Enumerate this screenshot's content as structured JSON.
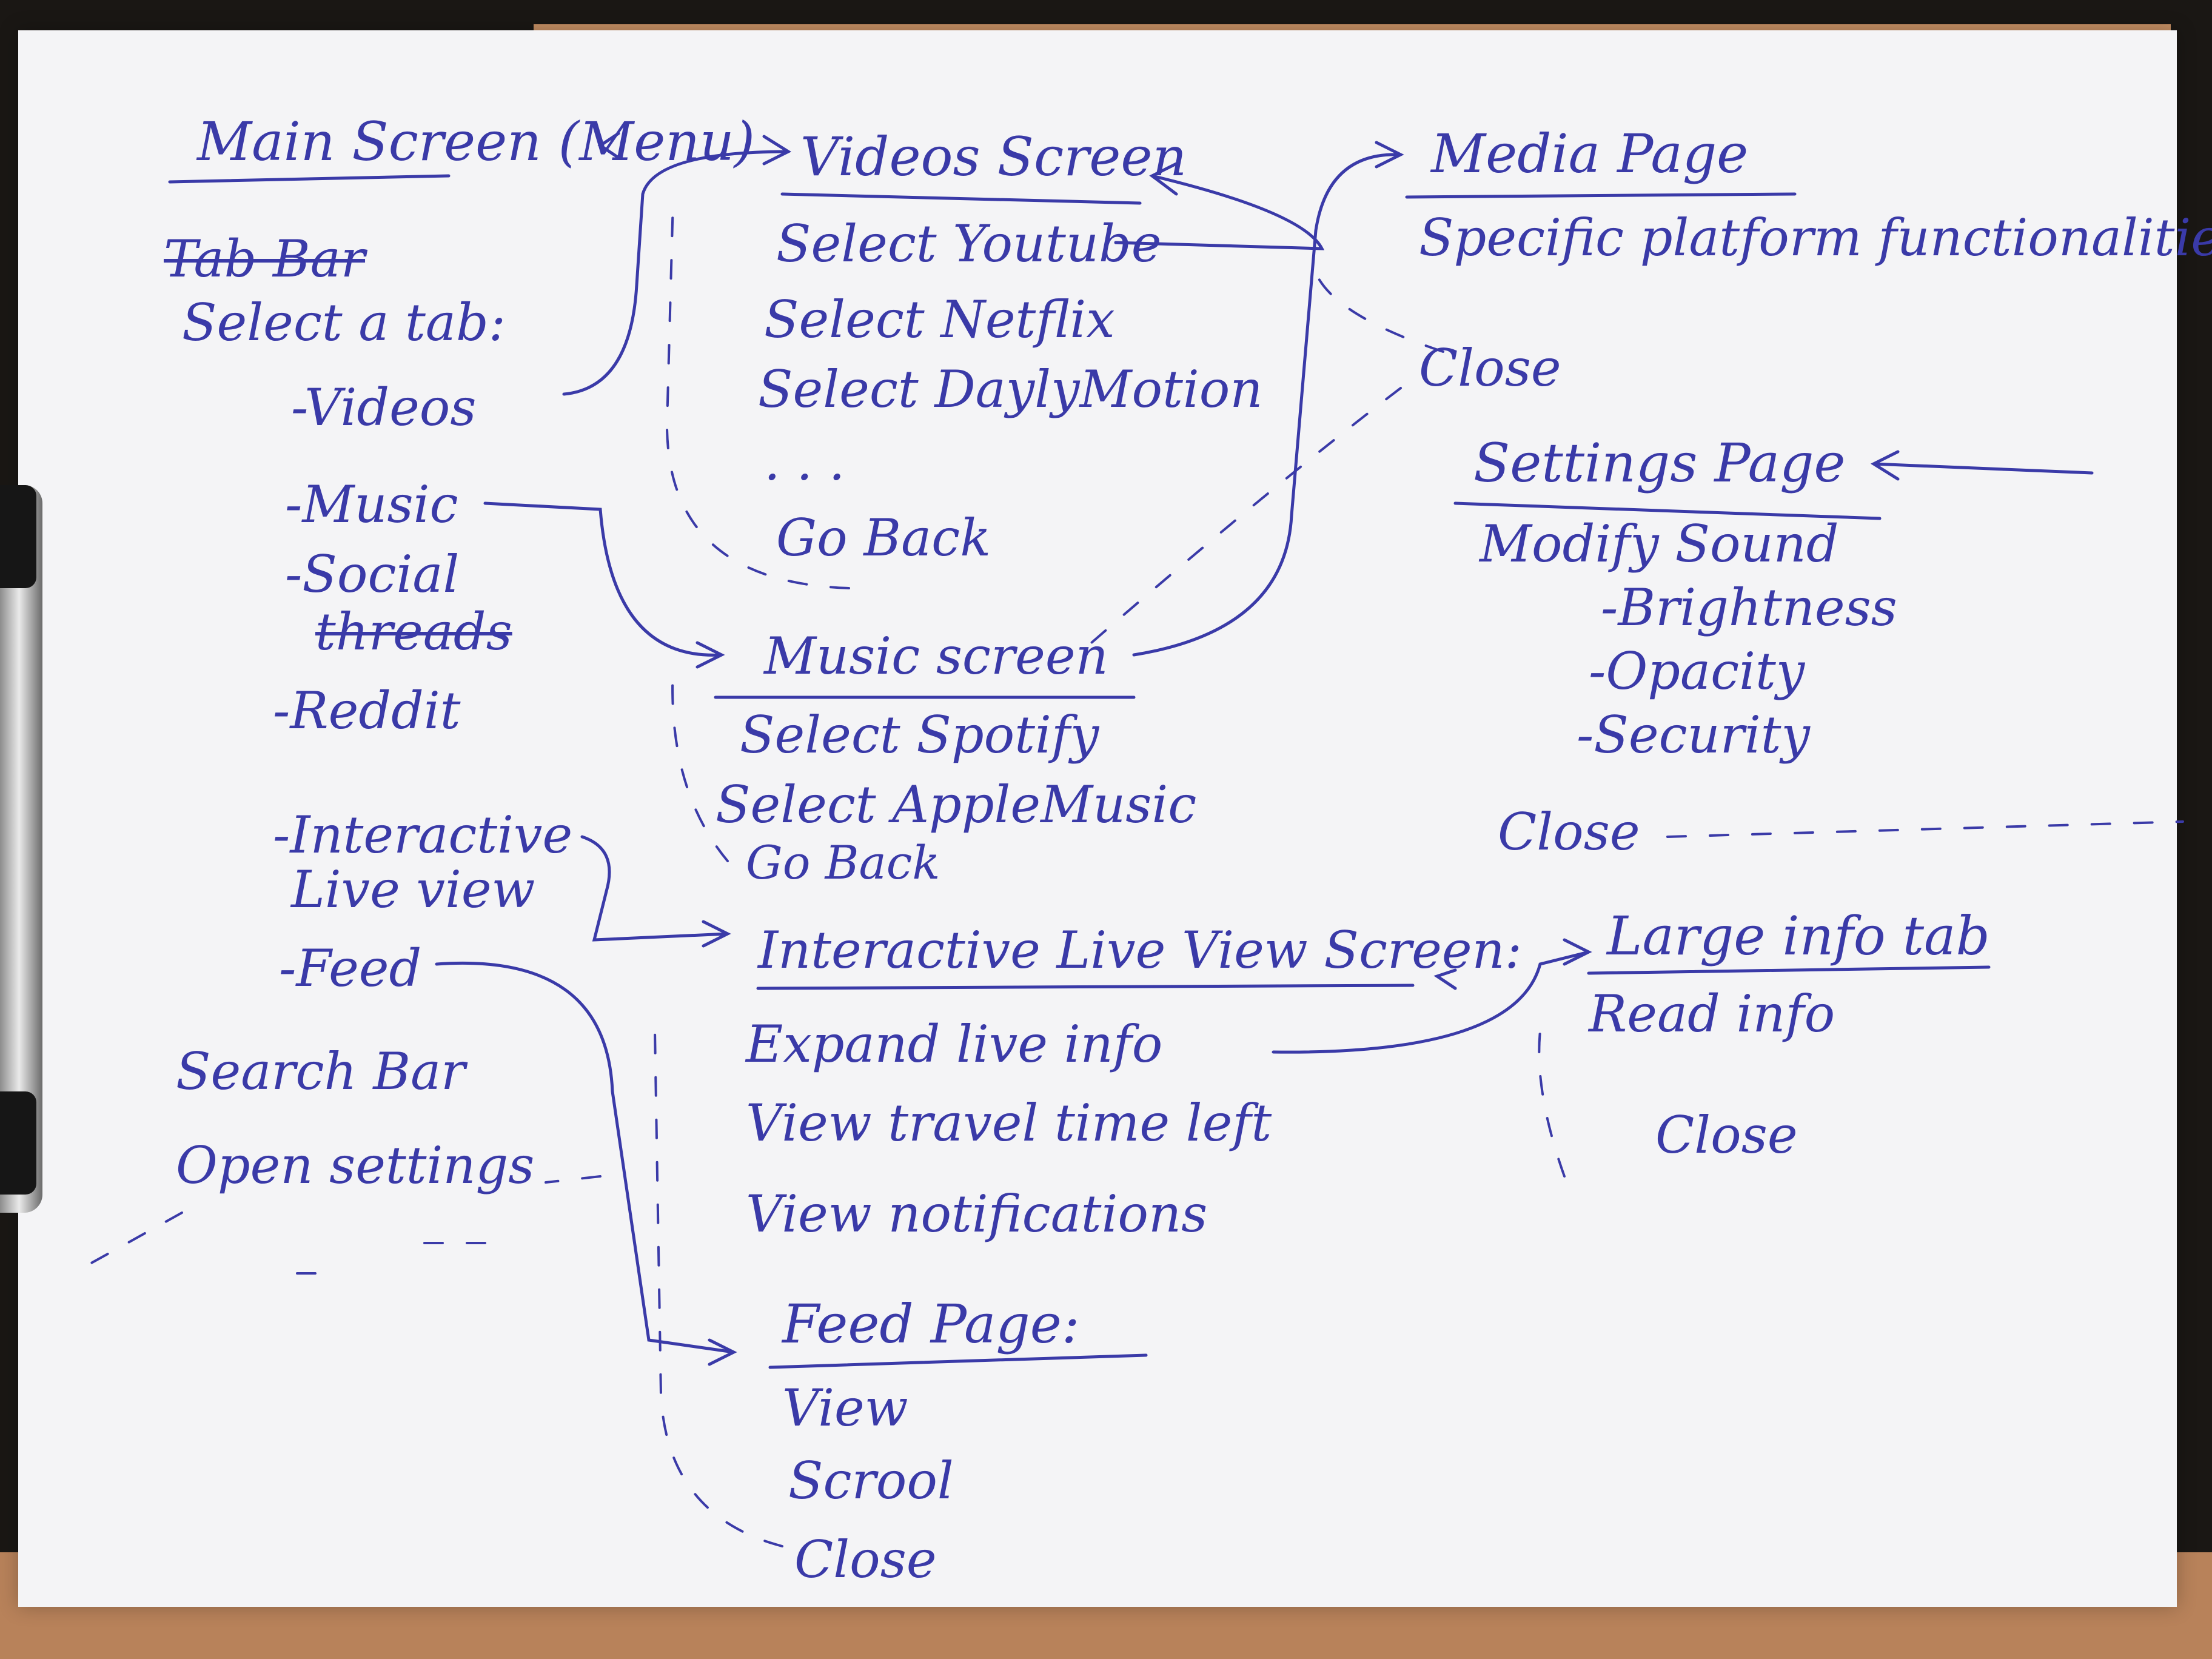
{
  "main_screen": {
    "title": "Main Screen (Menu)",
    "struck_label": "Tab Bar",
    "prompt": "Select a tab:",
    "items": [
      "-Videos",
      "-Music",
      "-Social",
      "threads",
      "-Reddit",
      "-Interactive",
      "Live view",
      "-Feed"
    ],
    "search": "Search Bar",
    "settings": "Open settings"
  },
  "videos_screen": {
    "title": "Videos Screen",
    "items": [
      "Select Youtube",
      "Select Netflix",
      "Select DaylyMotion",
      ". . .",
      "Go Back"
    ]
  },
  "music_screen": {
    "title": "Music screen",
    "items": [
      "Select Spotify",
      "Select AppleMusic",
      "Go Back"
    ]
  },
  "live_view_screen": {
    "title": "Interactive Live View Screen:",
    "items": [
      "Expand live info",
      "View travel time left",
      "View notifications"
    ]
  },
  "feed_page": {
    "title": "Feed Page:",
    "items": [
      "View",
      "Scrool",
      "Close"
    ]
  },
  "media_page": {
    "title": "Media Page",
    "items": [
      "Specific platform functionalities",
      "Close"
    ]
  },
  "settings_page": {
    "title": "Settings Page",
    "items": [
      "Modify Sound",
      "-Brightness",
      "-Opacity",
      "-Security",
      "Close"
    ]
  },
  "large_info_tab": {
    "title": "Large info tab",
    "items": [
      "Read info",
      "Close"
    ]
  },
  "colors": {
    "ink": "#3a3aa8",
    "paper": "#f4f4f6",
    "board": "#b8825a"
  }
}
